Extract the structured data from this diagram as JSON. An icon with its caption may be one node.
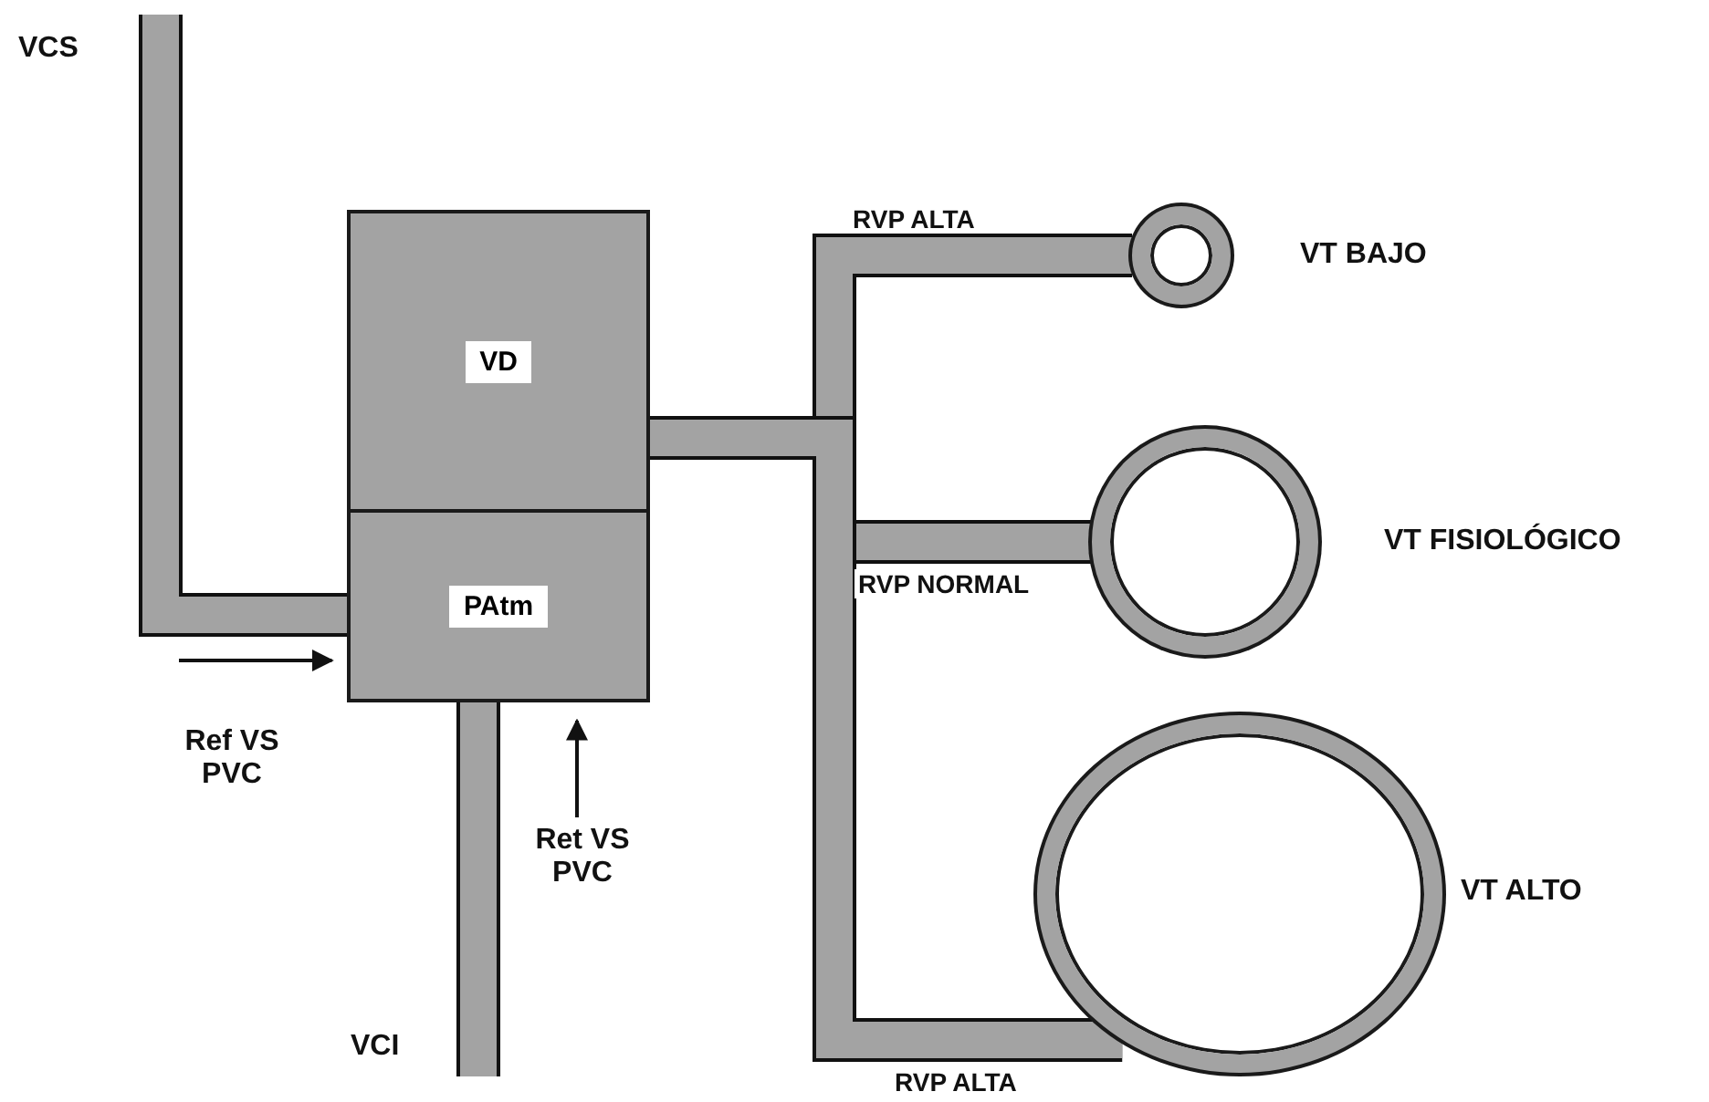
{
  "diagram": {
    "nodes": [
      {
        "text": [
          "VD"
        ]
      },
      {
        "text": [
          "PAtm"
        ]
      },
      {
        "text": [],
        "shape": "circle",
        "beside": [
          "VT BAJO"
        ]
      },
      {
        "text": [],
        "shape": "circle",
        "beside": [
          "VT FISIOLÓGICO"
        ]
      },
      {
        "text": [],
        "shape": "circle",
        "beside": [
          "VT ALTO"
        ]
      }
    ],
    "edges": [
      {
        "from": null,
        "to": 1,
        "arrow": "none"
      },
      {
        "from": null,
        "to": 1,
        "arrow": "none"
      },
      {
        "from": 0,
        "to": 2,
        "arrow": "none",
        "label": "RVP ALTA"
      },
      {
        "from": 0,
        "to": 3,
        "arrow": "none",
        "label": "RVP NORMAL"
      },
      {
        "from": 0,
        "to": 4,
        "arrow": "none",
        "label": "RVP ALTA"
      },
      {
        "from": null,
        "to": 1,
        "arrow": "to",
        "label": "Ref VS PVC"
      },
      {
        "from": null,
        "to": 1,
        "arrow": "to",
        "label": "Ret VS PVC"
      }
    ],
    "labels": [
      "VCS",
      "VCI"
    ]
  }
}
